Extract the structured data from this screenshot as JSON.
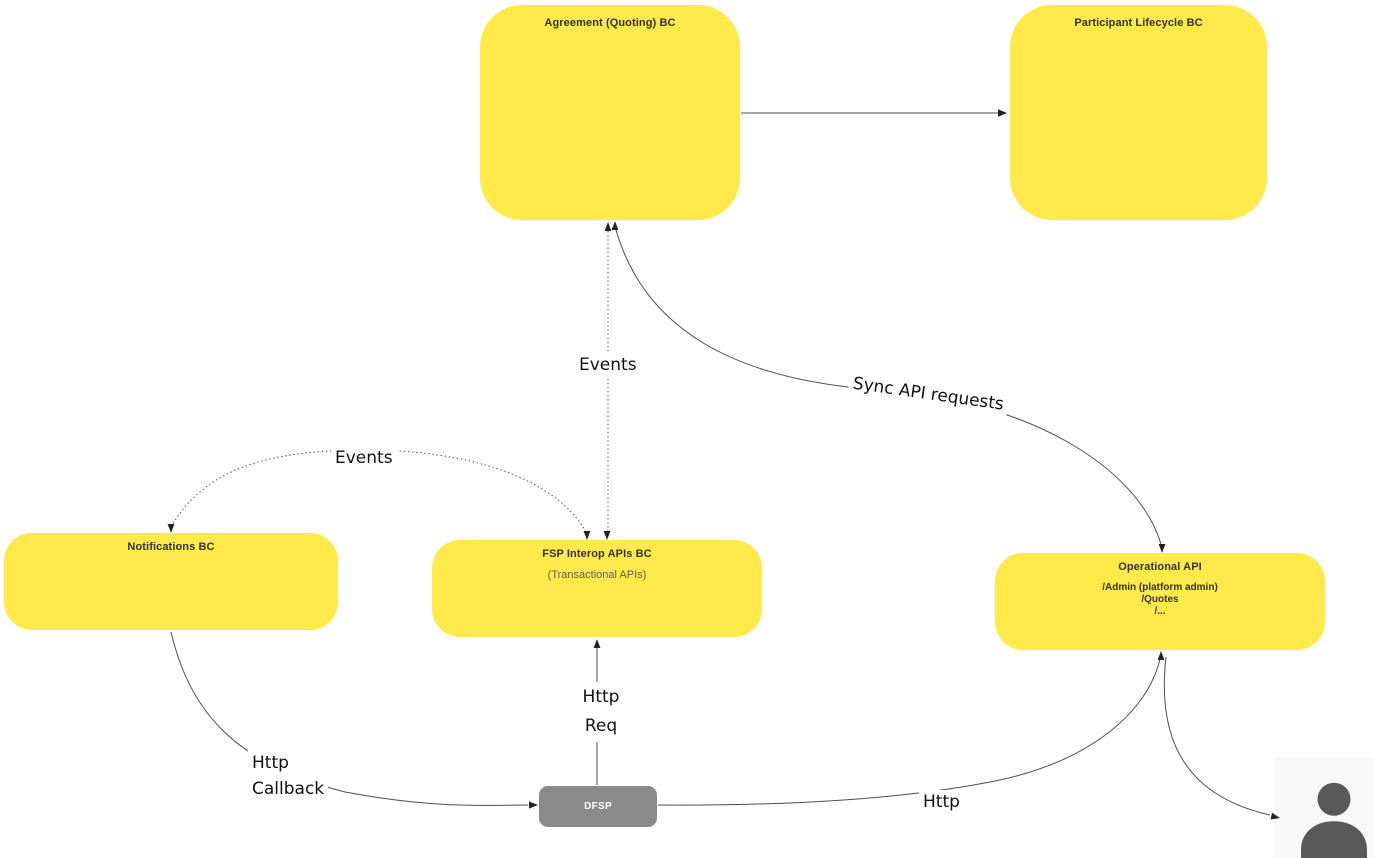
{
  "diagram": {
    "nodes": {
      "agreement": {
        "title": "Agreement (Quoting) BC"
      },
      "participant_lifecycle": {
        "title": "Participant Lifecycle BC"
      },
      "notifications": {
        "title": "Notifications BC"
      },
      "fsp_interop": {
        "title": "FSP Interop APIs BC",
        "subtitle": "(Transactional APIs)"
      },
      "operational_api": {
        "title": "Operational API",
        "lines": [
          "/Admin (platform admin)",
          "/Quotes",
          "/..."
        ]
      },
      "dfsp": {
        "title": "DFSP"
      },
      "user": {
        "icon": "person-icon"
      }
    },
    "edge_labels": {
      "events_vertical": "Events",
      "events_fanout": "Events",
      "sync_api_requests": "Sync API requests",
      "http_req": {
        "line1": "Http",
        "line2": "Req"
      },
      "http_callback": {
        "line1": "Http",
        "line2": "Callback"
      },
      "http": "Http"
    },
    "colors": {
      "node_fill": "#FFE94B",
      "dfsp_fill": "#8A8A8A",
      "edge_stroke": "#4D4D4D",
      "person_fill": "#595959",
      "person_bg": "#F8F8F8"
    }
  }
}
